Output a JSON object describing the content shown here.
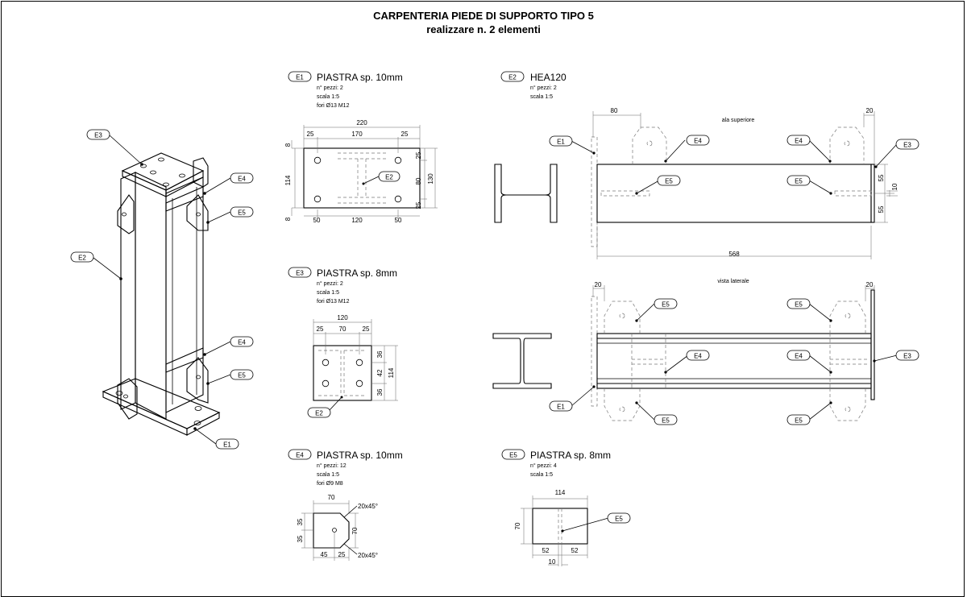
{
  "title": {
    "line1": "CARPENTERIA PIEDE DI SUPPORTO TIPO 5",
    "line2": "realizzare n. 2 elementi"
  },
  "labels": {
    "e1": "E1",
    "e2": "E2",
    "e3": "E3",
    "e4": "E4",
    "e5": "E5"
  },
  "parts": {
    "e1": {
      "tag": "E1",
      "title": "PIASTRA sp. 10mm",
      "qty": "n° pezzi: 2",
      "scale": "scala 1:5",
      "holes": "fori Ø13 M12"
    },
    "e2": {
      "tag": "E2",
      "title": "HEA120",
      "qty": "n° pezzi: 2",
      "scale": "scala 1:5"
    },
    "e3": {
      "tag": "E3",
      "title": "PIASTRA sp. 8mm",
      "qty": "n° pezzi: 2",
      "scale": "scala 1:5",
      "holes": "fori Ø13 M12"
    },
    "e4": {
      "tag": "E4",
      "title": "PIASTRA sp. 10mm",
      "qty": "n° pezzi: 12",
      "scale": "scala 1:5",
      "holes": "fori Ø9 M8"
    },
    "e5": {
      "tag": "E5",
      "title": "PIASTRA sp. 8mm",
      "qty": "n° pezzi: 4",
      "scale": "scala 1:5"
    }
  },
  "views": {
    "top": "ala superiore",
    "side": "vista laterale"
  },
  "dims": {
    "e1": {
      "w": "220",
      "l25": "25",
      "m170": "170",
      "r25": "25",
      "b50": "50",
      "b120": "120",
      "b50b": "50",
      "h114": "114",
      "t8": "8",
      "b8": "8",
      "r25a": "25",
      "r80": "80",
      "r130": "130",
      "r25b": "25"
    },
    "e2": {
      "d80": "80",
      "d20a": "20",
      "d20b": "20",
      "d20c": "20",
      "d55a": "55",
      "d10": "10",
      "d55b": "55",
      "len": "568"
    },
    "e3": {
      "w": "120",
      "a": "25",
      "b": "70",
      "c": "25",
      "r36a": "36",
      "r42": "42",
      "r36b": "36",
      "r114": "114"
    },
    "e4": {
      "w": "70",
      "l35a": "35",
      "l35b": "35",
      "r70": "70",
      "b45": "45",
      "b25": "25",
      "ch1": "20x45°",
      "ch2": "20x45°"
    },
    "e5": {
      "w": "114",
      "h": "70",
      "b52a": "52",
      "b52b": "52",
      "b10": "10"
    }
  }
}
